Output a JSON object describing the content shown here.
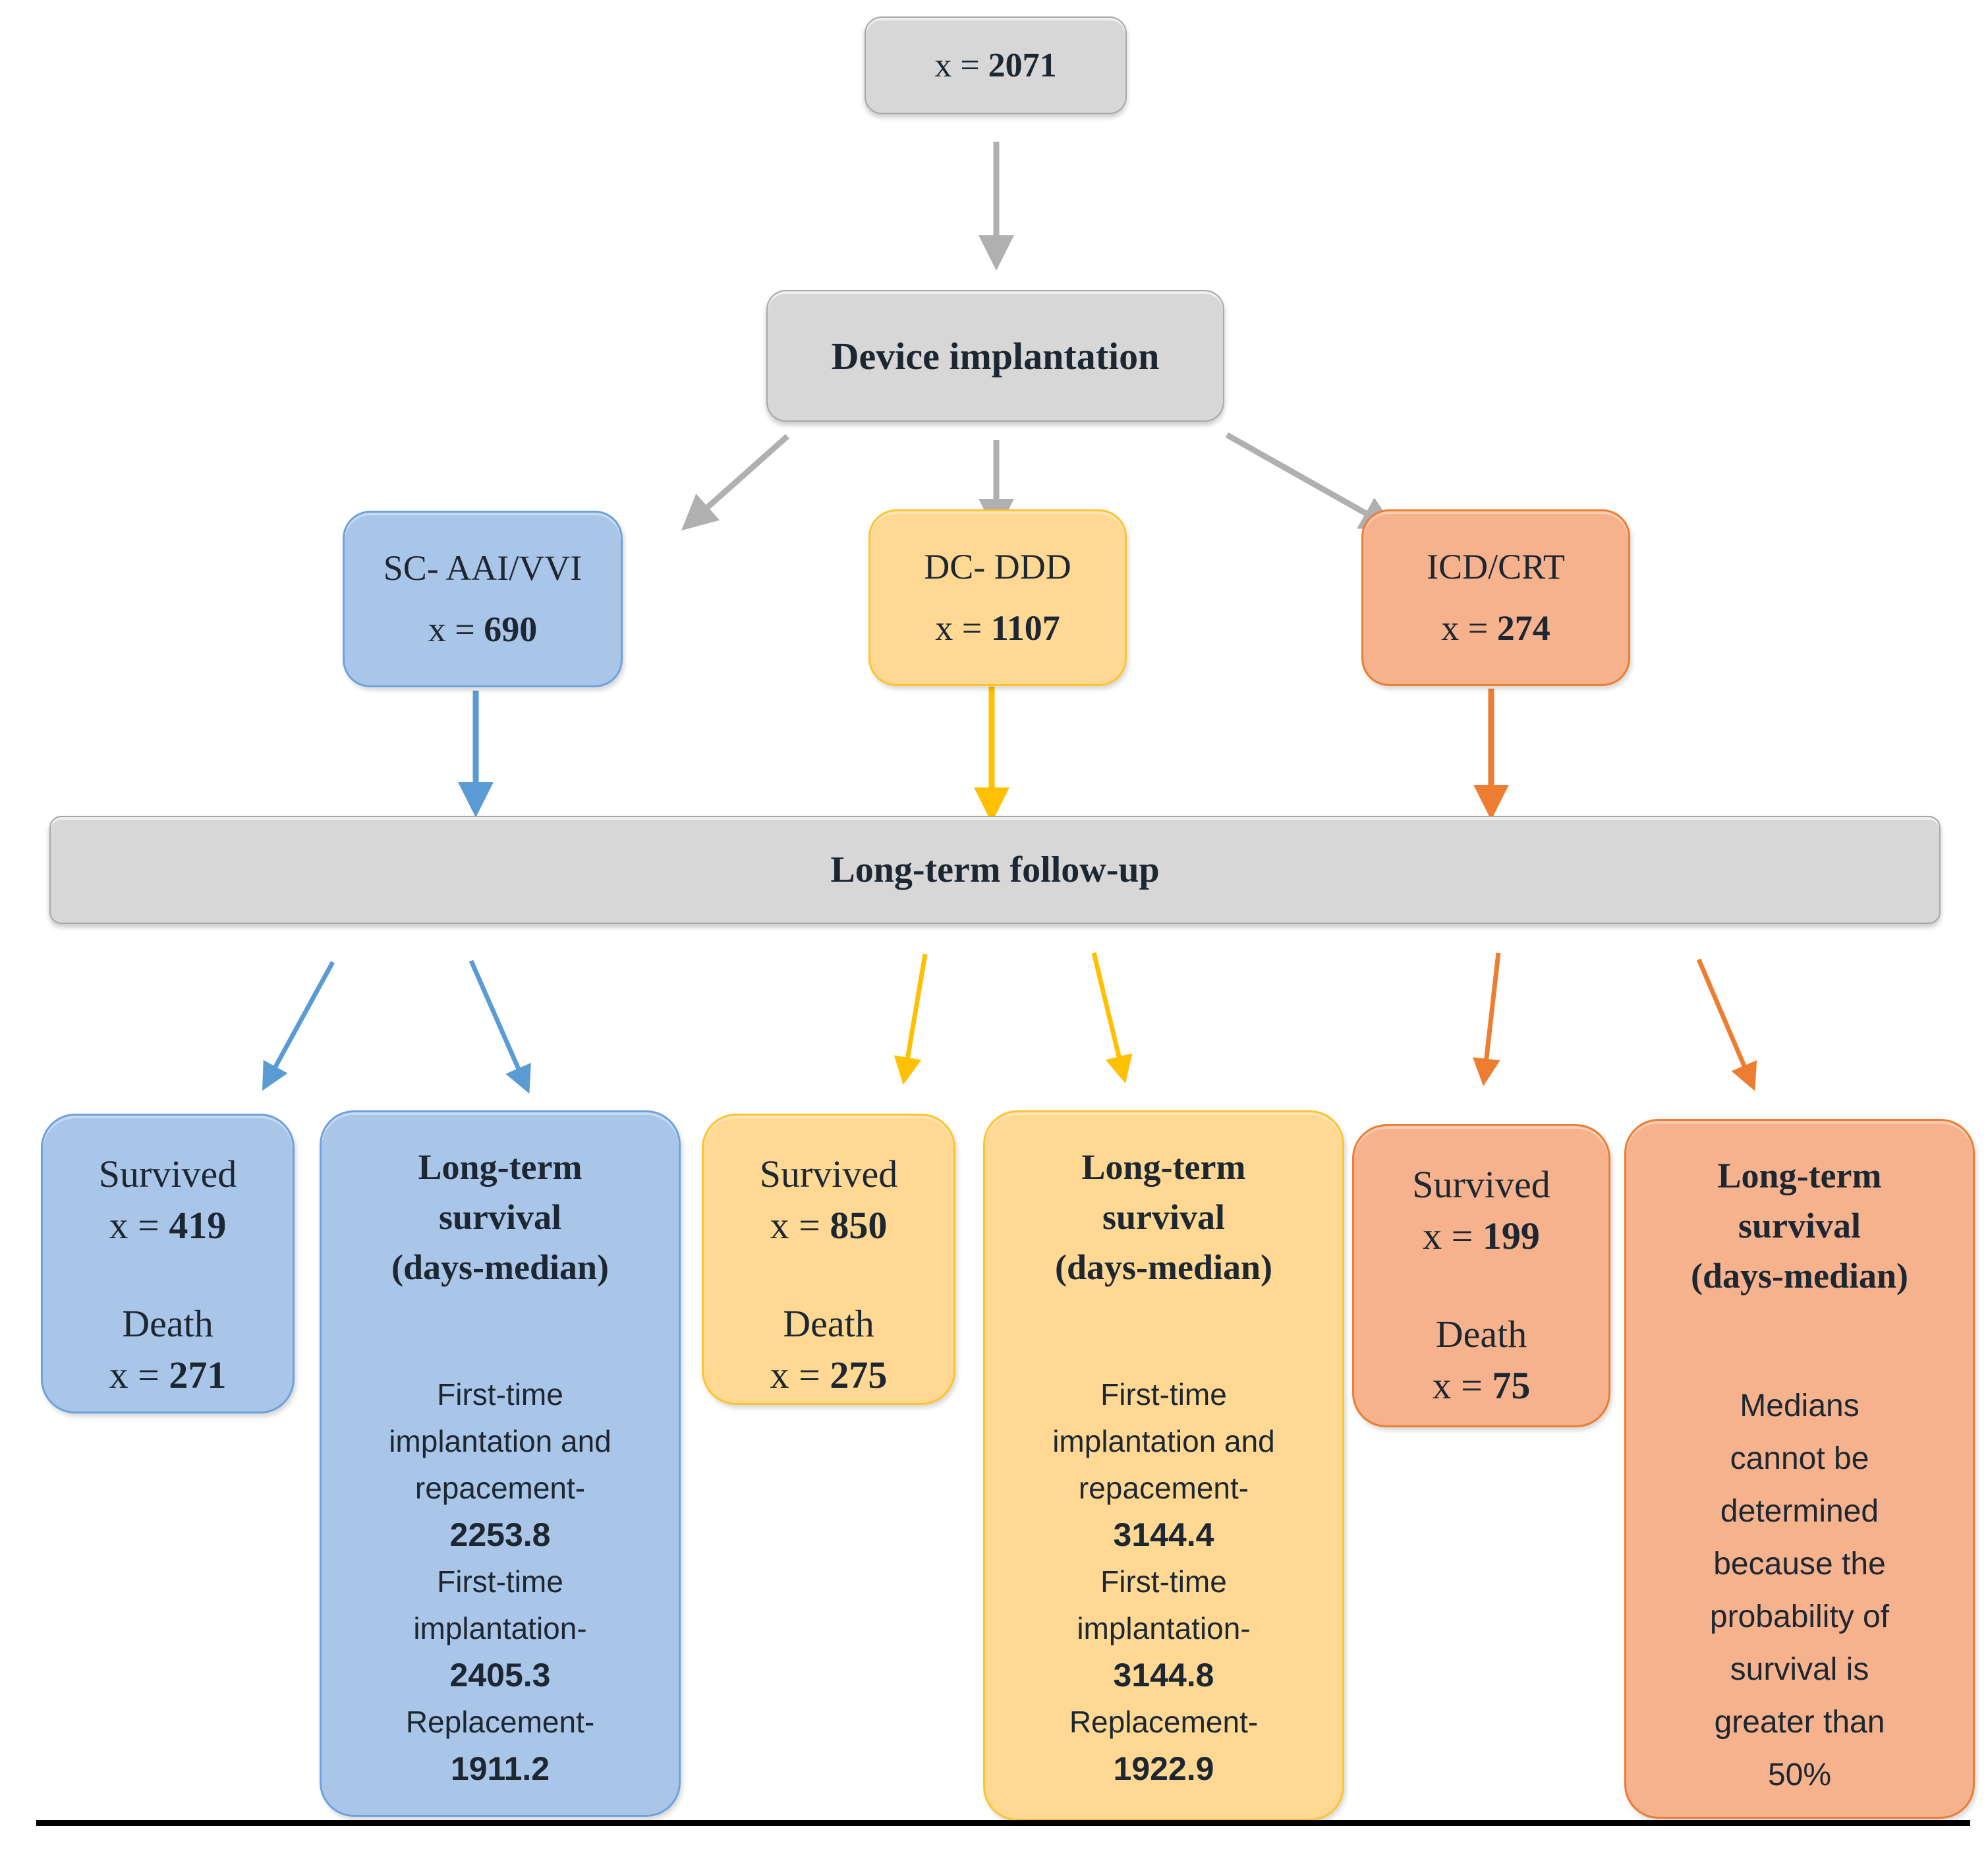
{
  "colors": {
    "gray_fill": "#d7d7d7",
    "gray_border": "#a8a8a8",
    "gray_arrow": "#b0b0b0",
    "blue_fill": "#a9c6e8",
    "blue_border": "#6ea2dc",
    "blue_arrow": "#5b9bd5",
    "yellow_fill": "#ffd893",
    "yellow_border": "#fec42d",
    "yellow_arrow": "#ffc000",
    "orange_fill": "#f5b28d",
    "orange_border": "#ed7d31",
    "orange_arrow": "#ed7d31",
    "text": "#1c2732"
  },
  "top_box": {
    "prefix": "x = ",
    "value": "2071"
  },
  "device_box": {
    "label": "Device implantation"
  },
  "followup_bar": {
    "label": "Long-term follow-up"
  },
  "mid_boxes": [
    {
      "name": "SC- AAI/VVI",
      "prefix": "x = ",
      "value": "690"
    },
    {
      "name": "DC- DDD",
      "prefix": "x = ",
      "value": "1107"
    },
    {
      "name": "ICD/CRT",
      "prefix": "x = ",
      "value": "274"
    }
  ],
  "outcome_boxes": [
    {
      "survived_label": "Survived",
      "prefix": "x = ",
      "survived_value": "419",
      "death_label": "Death",
      "death_value": "271"
    },
    {
      "survived_label": "Survived",
      "prefix": "x = ",
      "survived_value": "850",
      "death_label": "Death",
      "death_value": "275"
    },
    {
      "survived_label": "Survived",
      "prefix": "x = ",
      "survived_value": "199",
      "death_label": "Death",
      "death_value": "75"
    }
  ],
  "survival_boxes": [
    {
      "title_lines": [
        "Long-term",
        "survival",
        "(days-median)"
      ],
      "rows": [
        {
          "label_lines": [
            "First-time",
            "implantation and",
            "repacement-"
          ],
          "value": "2253.8"
        },
        {
          "label_lines": [
            "First-time",
            "implantation-"
          ],
          "value": "2405.3"
        },
        {
          "label_lines": [
            "Replacement-"
          ],
          "value": "1911.2"
        }
      ]
    },
    {
      "title_lines": [
        "Long-term",
        "survival",
        "(days-median)"
      ],
      "rows": [
        {
          "label_lines": [
            "First-time",
            "implantation and",
            "repacement-"
          ],
          "value": "3144.4"
        },
        {
          "label_lines": [
            "First-time",
            "implantation-"
          ],
          "value": "3144.8"
        },
        {
          "label_lines": [
            "Replacement-"
          ],
          "value": "1922.9"
        }
      ]
    },
    {
      "title_lines": [
        "Long-term",
        "survival",
        "(days-median)"
      ],
      "note_lines": [
        "Medians",
        "cannot be",
        "determined",
        "because the",
        "probability of",
        "survival is",
        "greater than",
        "50%"
      ]
    }
  ]
}
